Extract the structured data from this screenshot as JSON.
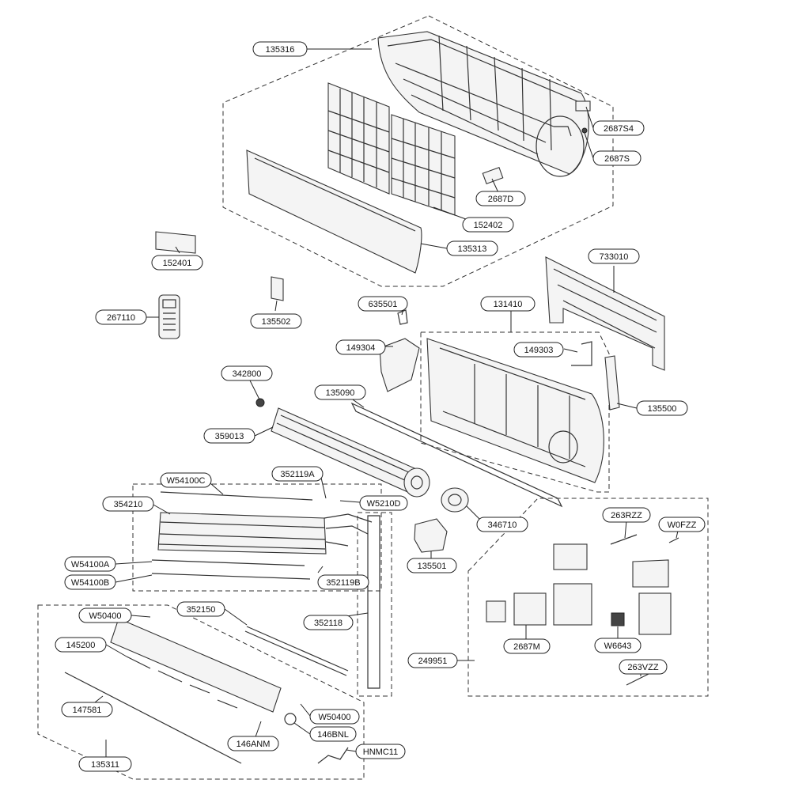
{
  "labels": {
    "p135316": "135316",
    "p2687S4": "2687S4",
    "p2687S": "2687S",
    "p2687D": "2687D",
    "p152402": "152402",
    "p135313": "135313",
    "p152401": "152401",
    "p733010": "733010",
    "p267110": "267110",
    "p135502": "135502",
    "p635501": "635501",
    "p131410": "131410",
    "p149304": "149304",
    "p149303": "149303",
    "p342800": "342800",
    "p135090": "135090",
    "p135500": "135500",
    "p359013": "359013",
    "pW54100C": "W54100C",
    "p352119A": "352119A",
    "pW5210D": "W5210D",
    "p354210": "354210",
    "p346710": "346710",
    "p263RZZ": "263RZZ",
    "pW0FZZ": "W0FZZ",
    "p135501": "135501",
    "pW54100A": "W54100A",
    "pW54100B": "W54100B",
    "p352119B": "352119B",
    "pW50400a": "W50400",
    "p352150": "352150",
    "p352118": "352118",
    "p145200": "145200",
    "p249951": "249951",
    "p2687M": "2687M",
    "pW6643": "W6643",
    "p263VZZ": "263VZZ",
    "p147581": "147581",
    "pW50400b": "W50400",
    "p146ANM": "146ANM",
    "p146BNL": "146BNL",
    "pHNMC11": "HNMC11",
    "p135311": "135311"
  }
}
